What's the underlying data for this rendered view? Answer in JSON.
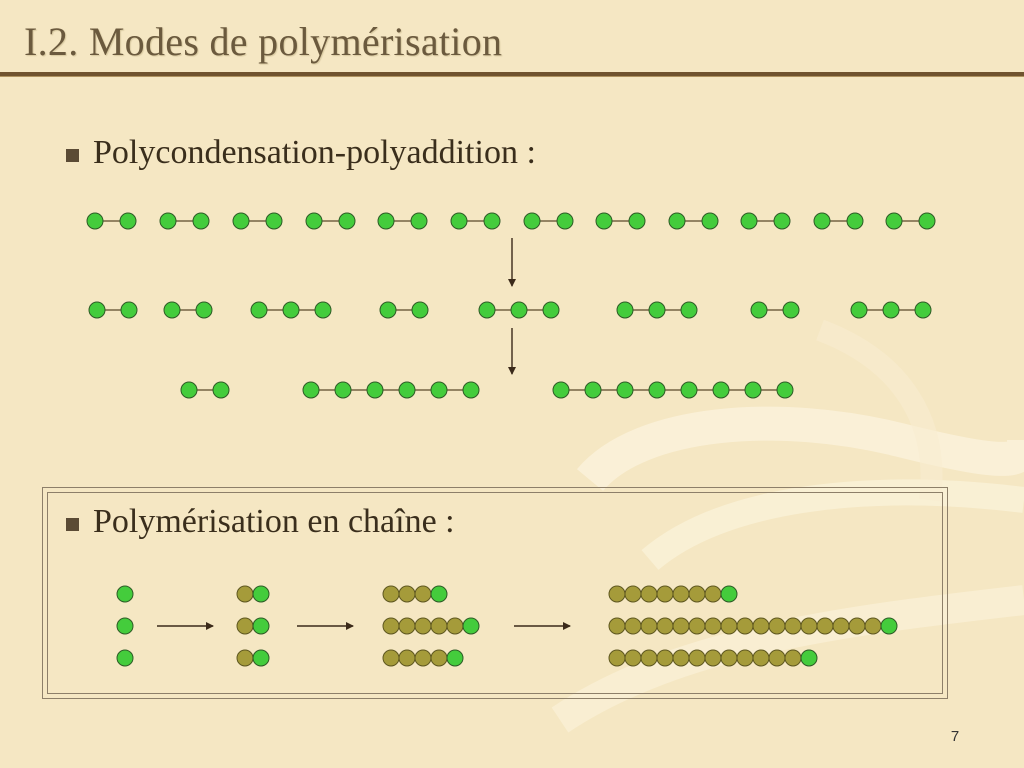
{
  "slide": {
    "title": "I.2. Modes de polymérisation",
    "page_number": "7"
  },
  "sections": [
    {
      "label": "Polycondensation-polyaddition :"
    },
    {
      "label": "Polymérisation en chaîne :"
    }
  ],
  "colors": {
    "active_monomer": "#44cc3c",
    "polymerized_unit": "#a59b3a",
    "bond": "#5a4a2a",
    "arrow": "#3b2a1a"
  },
  "polycondensation_diagram": {
    "rows": [
      [
        2,
        2,
        2,
        2,
        2,
        2,
        2,
        2,
        2,
        2,
        2,
        2
      ],
      [
        2,
        2,
        3,
        2,
        3,
        3,
        2,
        3
      ],
      [
        2,
        6,
        8
      ]
    ]
  },
  "chain_diagram": {
    "stages": [
      {
        "chains": [
          1,
          1,
          1
        ]
      },
      {
        "chains": [
          2,
          2,
          2
        ]
      },
      {
        "chains": [
          4,
          6,
          5
        ]
      },
      {
        "chains": [
          8,
          18,
          13
        ]
      }
    ]
  }
}
